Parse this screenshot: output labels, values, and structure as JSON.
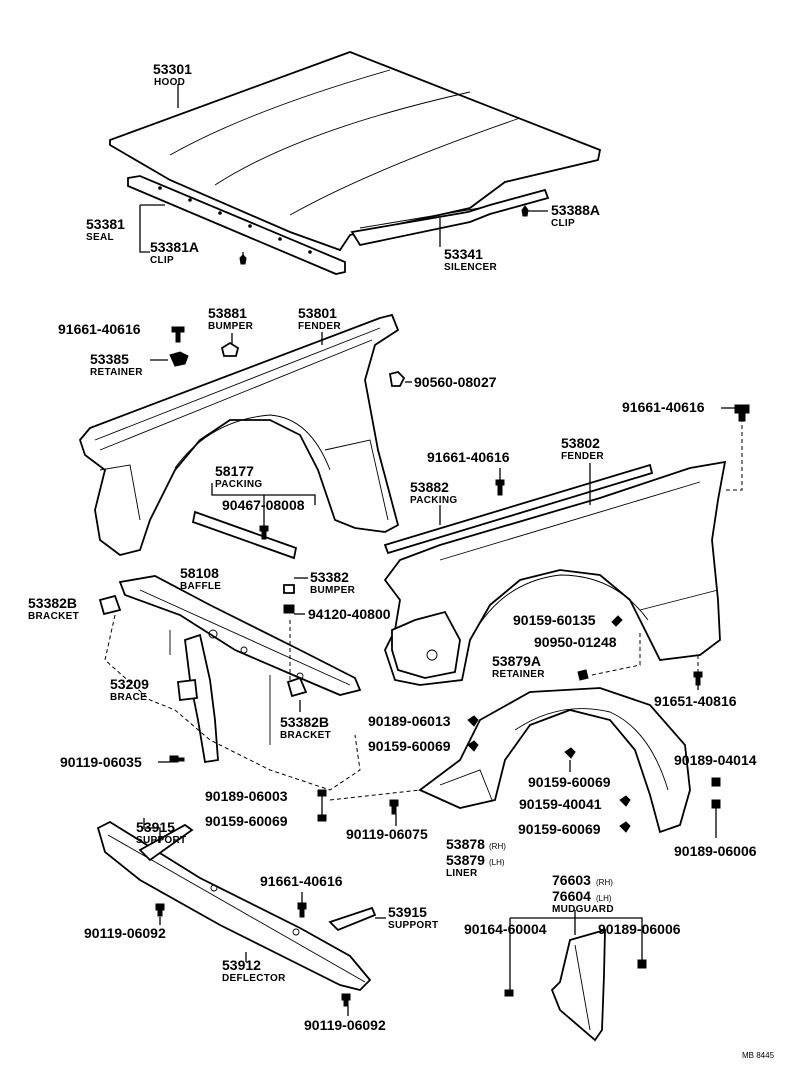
{
  "labels": {
    "hood_no": "53301",
    "hood_nm": "HOOD",
    "seal_no": "53381",
    "seal_nm": "SEAL",
    "clip1_no": "53381A",
    "clip1_nm": "CLIP",
    "silencer_no": "53341",
    "silencer_nm": "SILENCER",
    "clip2_no": "53388A",
    "clip2_nm": "CLIP",
    "bolt1": "91661-40616",
    "bumper1_no": "53881",
    "bumper1_nm": "BUMPER",
    "fender1_no": "53801",
    "fender1_nm": "FENDER",
    "retainer1_no": "53385",
    "retainer1_nm": "RETAINER",
    "nut1": "90560-08027",
    "bolt2": "91661-40616",
    "bolt3": "91661-40616",
    "fender2_no": "53802",
    "fender2_nm": "FENDER",
    "packing1_no": "58177",
    "packing1_nm": "PACKING",
    "bolt4": "90467-08008",
    "packing2_no": "53882",
    "packing2_nm": "PACKING",
    "baffle_no": "58108",
    "baffle_nm": "BAFFLE",
    "bumper2_no": "53382",
    "bumper2_nm": "BUMPER",
    "bracket1_no": "53382B",
    "bracket1_nm": "BRACKET",
    "nut2": "94120-40800",
    "screw1": "90159-60135",
    "screw2": "90950-01248",
    "brace_no": "53209",
    "brace_nm": "BRACE",
    "retainer2_no": "53879A",
    "retainer2_nm": "RETAINER",
    "bracket2_no": "53382B",
    "bracket2_nm": "BRACKET",
    "bolt5": "91651-40816",
    "clip3": "90189-06013",
    "screw3": "90159-60069",
    "bolt6": "90119-06035",
    "screw4": "90159-60069",
    "clip4": "90189-04014",
    "clip5": "90189-06003",
    "screw5": "90159-40041",
    "screw6": "90159-60069",
    "bolt7": "90119-06075",
    "screw7": "90159-60069",
    "clip6": "90189-06006",
    "liner_rh": "53878",
    "liner_rh_tag": "(RH)",
    "liner_lh": "53879",
    "liner_lh_tag": "(LH)",
    "liner_nm": "LINER",
    "support1_no": "53915",
    "support1_nm": "SUPPORT",
    "mud_rh": "76603",
    "mud_rh_tag": "(RH)",
    "mud_lh": "76604",
    "mud_lh_tag": "(LH)",
    "mud_nm": "MUDGUARD",
    "bolt8": "91661-40616",
    "bolt9": "90119-06092",
    "support2_no": "53915",
    "support2_nm": "SUPPORT",
    "clip7": "90164-60004",
    "clip8": "90189-06006",
    "deflector_no": "53912",
    "deflector_nm": "DEFLECTOR",
    "bolt10": "90119-06092",
    "drawing_ref": "MB 8445"
  }
}
